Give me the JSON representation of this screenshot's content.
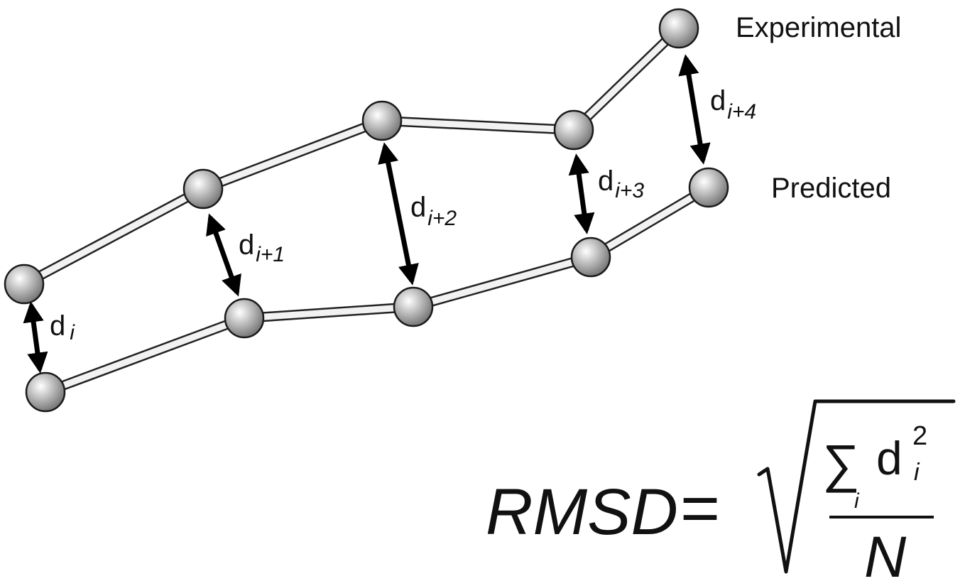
{
  "labels": {
    "experimental": "Experimental",
    "predicted": "Predicted"
  },
  "distances": [
    {
      "base": "d",
      "sub": "i"
    },
    {
      "base": "d",
      "sub": "i+1"
    },
    {
      "base": "d",
      "sub": "i+2"
    },
    {
      "base": "d",
      "sub": "i+3"
    },
    {
      "base": "d",
      "sub": "i+4"
    }
  ],
  "formula": {
    "lhs": "RMSD",
    "equals": "=",
    "sum_symbol": "∑",
    "sum_index": "i",
    "term_base": "d",
    "term_sub": "i",
    "term_exp": "2",
    "denominator": "N"
  },
  "colors": {
    "atom_highlight": "#ffffff",
    "atom_shadow": "#6f6f6f",
    "atom_outline": "#1a1a1a",
    "bond_fill": "#f2f2f2",
    "bond_outline": "#222222",
    "arrow": "#000000",
    "text": "#111111"
  }
}
